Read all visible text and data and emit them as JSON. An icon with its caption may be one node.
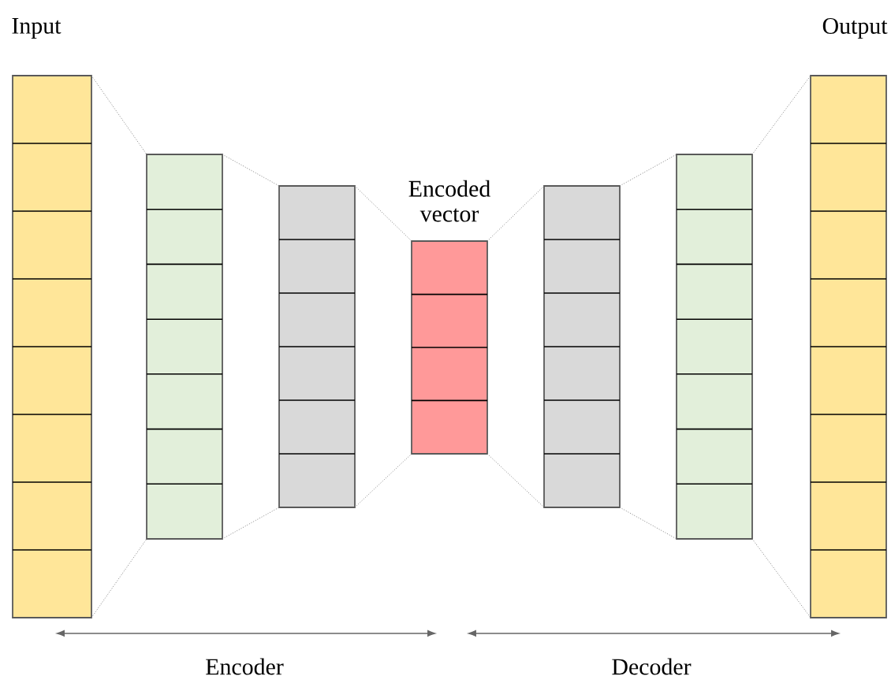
{
  "diagram": {
    "nodes": [
      {
        "text": [
          "Input"
        ]
      },
      {
        "text": [],
        "shape": "box"
      },
      {
        "text": [],
        "shape": "box"
      },
      {
        "text": [
          "Encoded vector"
        ]
      },
      {
        "text": [],
        "shape": "box"
      },
      {
        "text": [],
        "shape": "box"
      },
      {
        "text": [
          "Output"
        ]
      }
    ],
    "edges": [
      {
        "from": 0,
        "to": 1,
        "arrow": "none",
        "style": "dashed"
      },
      {
        "from": 0,
        "to": 1,
        "arrow": "none",
        "style": "dashed"
      },
      {
        "from": 1,
        "to": 2,
        "arrow": "none",
        "style": "dashed"
      },
      {
        "from": 1,
        "to": 2,
        "arrow": "none",
        "style": "dashed"
      },
      {
        "from": 2,
        "to": 3,
        "arrow": "none",
        "style": "dashed"
      },
      {
        "from": 2,
        "to": 3,
        "arrow": "none",
        "style": "dashed"
      },
      {
        "from": 3,
        "to": 4,
        "arrow": "none",
        "style": "dashed"
      },
      {
        "from": 3,
        "to": 4,
        "arrow": "none",
        "style": "dashed"
      },
      {
        "from": 4,
        "to": 5,
        "arrow": "none",
        "style": "dashed"
      },
      {
        "from": 4,
        "to": 5,
        "arrow": "none",
        "style": "dashed"
      },
      {
        "from": 5,
        "to": 6,
        "arrow": "none",
        "style": "dashed"
      },
      {
        "from": 5,
        "to": 6,
        "arrow": "none",
        "style": "dashed"
      }
    ],
    "labels": [
      "Encoder",
      "Decoder"
    ]
  }
}
